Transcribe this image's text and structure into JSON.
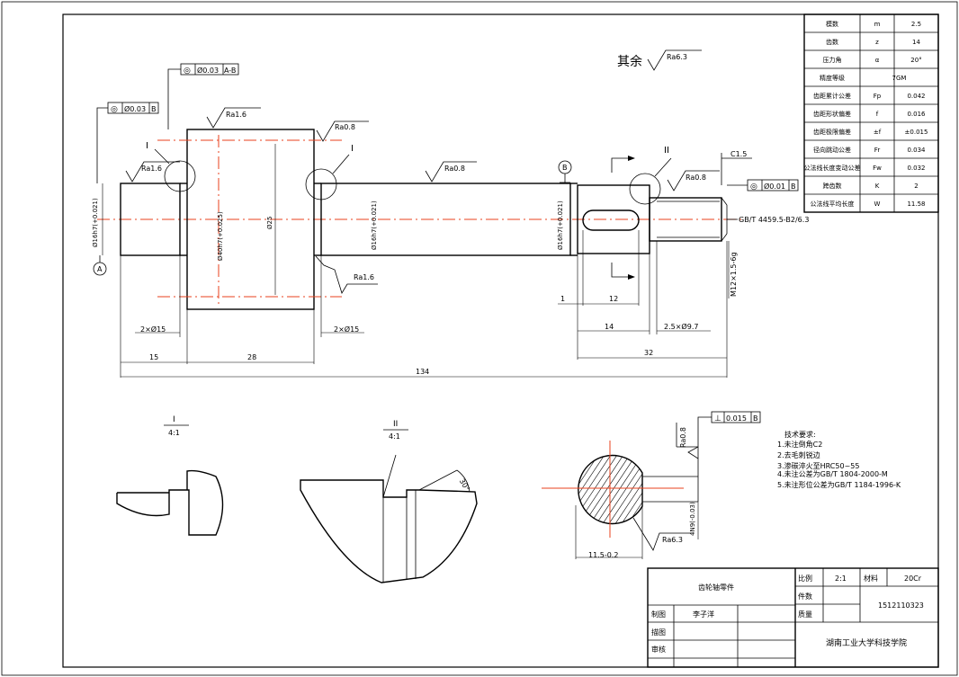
{
  "param_table": {
    "rows": [
      {
        "name": "模数",
        "symbol": "m",
        "value": "2.5"
      },
      {
        "name": "齿数",
        "symbol": "z",
        "value": "14"
      },
      {
        "name": "压力角",
        "symbol": "α",
        "value": "20°"
      },
      {
        "name": "精度等级",
        "symbol": "",
        "value": "7GM"
      },
      {
        "name": "齿距累计公差",
        "symbol": "Fp",
        "value": "0.042"
      },
      {
        "name": "齿距形状偏差",
        "symbol": "f",
        "value": "0.016"
      },
      {
        "name": "齿距极限偏差",
        "symbol": "±f",
        "value": "±0.015"
      },
      {
        "name": "径向跳动公差",
        "symbol": "Fr",
        "value": "0.034"
      },
      {
        "name": "公法线长度变动公差",
        "symbol": "Fw",
        "value": "0.032"
      },
      {
        "name": "跨齿数",
        "symbol": "K",
        "value": "2"
      },
      {
        "name": "公法线平均长度",
        "symbol": "W",
        "value": "11.58"
      }
    ]
  },
  "surface_note": {
    "text": "其余",
    "roughness": "Ra6.3"
  },
  "tolerances": {
    "tol1": {
      "symbol": "◎",
      "value": "Ø0.03",
      "datum": "A-B"
    },
    "tol2": {
      "symbol": "◎",
      "value": "Ø0.03",
      "datum": "B"
    },
    "tol3": {
      "symbol": "◎",
      "value": "Ø0.01",
      "datum": "B"
    },
    "tol4": {
      "symbol": "⊥",
      "value": "0.015",
      "datum": "B"
    }
  },
  "roughness_marks": [
    "Ra1.6",
    "Ra0.8",
    "Ra1.6",
    "Ra0.8",
    "Ra0.8",
    "Ra1.6",
    "Ra0.8",
    "Ra6.3"
  ],
  "chamfer": "C1.5",
  "thread_note": "GB/T 4459.5-B2/6.3",
  "thread_dim": "M12×1.5-6g",
  "datums": [
    "A",
    "B"
  ],
  "detail_markers": [
    "I",
    "I",
    "II"
  ],
  "diameter_labels": {
    "d1": "Ø16h7(+0.021)",
    "d2": "Ø40h7(+0.025)",
    "d3": "Ø25",
    "d4": "Ø16h7(+0.021)",
    "d5": "Ø16h7(+0.021)"
  },
  "dimensions": {
    "dim_2x15_left": "2×Ø15",
    "dim_2x15_right": "2×Ø15",
    "dim_15": "15",
    "dim_28": "28",
    "dim_134": "134",
    "dim_1": "1",
    "dim_12": "12",
    "dim_14": "14",
    "dim_2_5x9_7": "2.5×Ø9.7",
    "dim_32": "32",
    "dim_11_5": "11.5-0.2",
    "dim_4n9": "4N9(-0.03)"
  },
  "details": {
    "d1_label": "I",
    "d1_scale": "4:1",
    "d2_label": "II",
    "d2_scale": "4:1",
    "angle": "30°"
  },
  "tech_requirements": {
    "title": "技术要求:",
    "items": [
      "1.未注倒角C2",
      "2.去毛刺锐边",
      "3.渗碳淬火至HRC50~55",
      "4.未注公差为GB/T 1804-2000-M",
      "5.未注形位公差为GB/T 1184-1996-K"
    ]
  },
  "title_block": {
    "part_name": "齿轮轴零件",
    "scale_label": "比例",
    "scale_value": "2:1",
    "material_label": "材料",
    "material_value": "20Cr",
    "quantity_label": "件数",
    "drawing_no": "1512110323",
    "drawn_label": "制图",
    "drawn_by": "李子洋",
    "mass_label": "质量",
    "traced_label": "描图",
    "checked_label": "审核",
    "school": "湖南工业大学科技学院"
  }
}
